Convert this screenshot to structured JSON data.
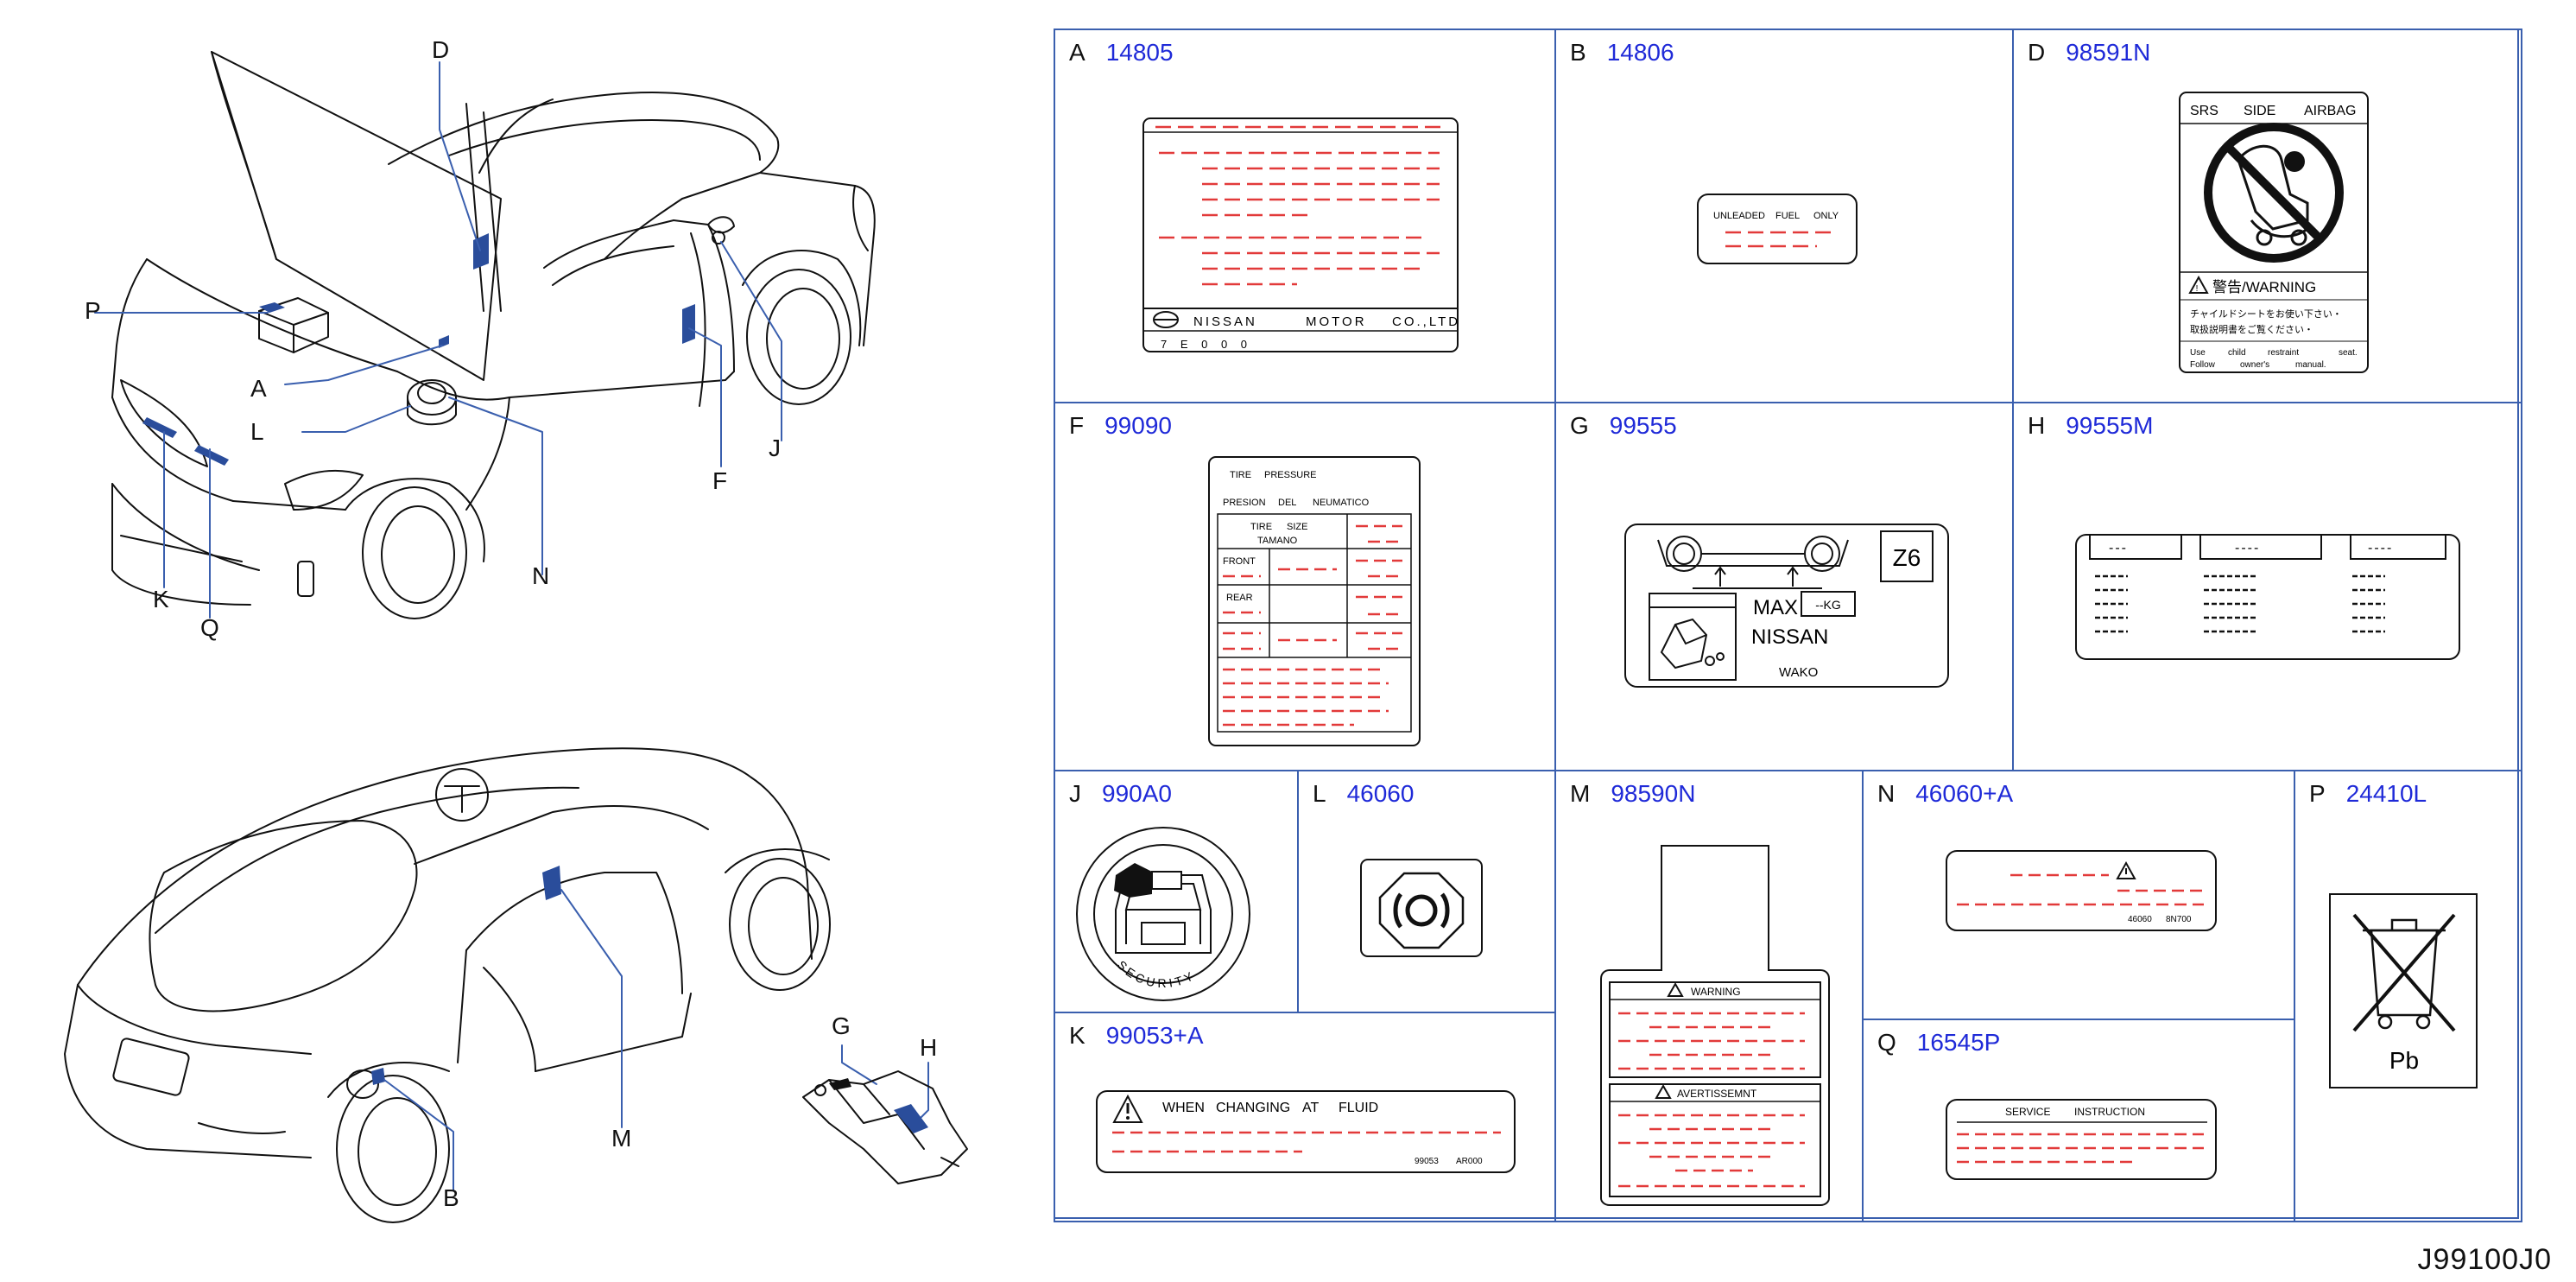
{
  "callouts": {
    "A": "A",
    "B": "B",
    "D": "D",
    "F": "F",
    "G": "G",
    "H": "H",
    "J": "J",
    "K": "K",
    "L": "L",
    "M": "M",
    "N": "N",
    "P": "P",
    "Q": "Q"
  },
  "cells": [
    {
      "letter": "A",
      "part": "14805"
    },
    {
      "letter": "B",
      "part": "14806"
    },
    {
      "letter": "D",
      "part": "98591N"
    },
    {
      "letter": "F",
      "part": "99090"
    },
    {
      "letter": "G",
      "part": "99555"
    },
    {
      "letter": "H",
      "part": "99555M"
    },
    {
      "letter": "J",
      "part": "990A0"
    },
    {
      "letter": "L",
      "part": "46060"
    },
    {
      "letter": "M",
      "part": "98590N"
    },
    {
      "letter": "N",
      "part": "46060+A"
    },
    {
      "letter": "P",
      "part": "24410L"
    },
    {
      "letter": "K",
      "part": "99053+A"
    },
    {
      "letter": "Q",
      "part": "16545P"
    }
  ],
  "labels": {
    "a": {
      "brand": "NISSAN",
      "motor": "MOTOR",
      "co": "CO.,LTD",
      "code": "7 E 0 0 0"
    },
    "b": {
      "unleaded": "UNLEADED",
      "fuel": "FUEL",
      "only": "ONLY"
    },
    "d": {
      "title_srs": "SRS",
      "title_side": "SIDE",
      "title_airbag": "AIRBAG",
      "warning": "警告/WARNING",
      "jp1": "チャイルドシートをお使い下さい・",
      "jp2": "取扱説明書をご覧ください・",
      "en1_use": "Use",
      "en1_child": "child",
      "en1_restraint": "restraint",
      "en1_seat": "seat.",
      "en2_follow": "Follow",
      "en2_owners": "owner's",
      "en2_manual": "manual."
    },
    "f": {
      "tire": "TIRE",
      "pressure": "PRESSURE",
      "presion": "PRESION",
      "del": "DEL",
      "neumatico": "NEUMATICO",
      "tire2": "TIRE",
      "size": "SIZE",
      "tamano": "TAMANO",
      "front": "FRONT",
      "rear": "REAR"
    },
    "g": {
      "z6": "Z6",
      "max": "MAX",
      "kg": "--KG",
      "nissan": "NISSAN",
      "wako": "WAKO"
    },
    "h": {
      "head1": "---",
      "head2": "----",
      "head3": "----"
    },
    "j": {
      "security": "SECURITY"
    },
    "m": {
      "warning": "WARNING",
      "avert": "AVERTISSEMNT"
    },
    "n": {
      "code1": "46060",
      "code2": "8N700"
    },
    "p": {
      "pb": "Pb"
    },
    "k": {
      "when": "WHEN",
      "changing": "CHANGING",
      "at": "AT",
      "fluid": "FLUID",
      "code1": "99053",
      "code2": "AR000"
    },
    "q": {
      "service": "SERVICE",
      "instruction": "INSTRUCTION"
    }
  },
  "colors": {
    "grid": "#3a5fae",
    "part_number": "#1f2ad8",
    "dash": "#e23a3a",
    "sticker": "#2a4d9b"
  },
  "diagram_ref": "J99100J0"
}
